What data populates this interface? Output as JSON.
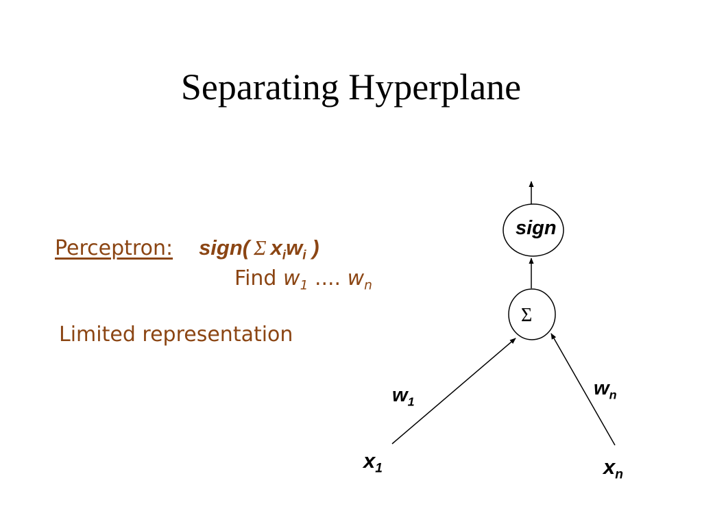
{
  "slide": {
    "title": "Separating Hyperplane",
    "perceptron_label": "Perceptron:",
    "formula": {
      "sign_open": "sign(",
      "sigma": "Σ",
      "x": "x",
      "x_sub": "i",
      "w": "w",
      "w_sub": "i",
      "close": ")"
    },
    "find": {
      "prefix": "Find ",
      "w_first": "w",
      "w_first_sub": "1",
      "dots": " .... ",
      "w_last": "w",
      "w_last_sub": "n"
    },
    "limited": "Limited representation"
  },
  "diagram": {
    "sign_node": "sign",
    "sum_node": "Σ",
    "weight_first": {
      "base": "w",
      "sub": "1"
    },
    "weight_last": {
      "base": "w",
      "sub": "n"
    },
    "input_first": {
      "base": "x",
      "sub": "1"
    },
    "input_last": {
      "base": "x",
      "sub": "n"
    }
  },
  "colors": {
    "text_accent": "#8B4513",
    "diagram": "#000000"
  }
}
